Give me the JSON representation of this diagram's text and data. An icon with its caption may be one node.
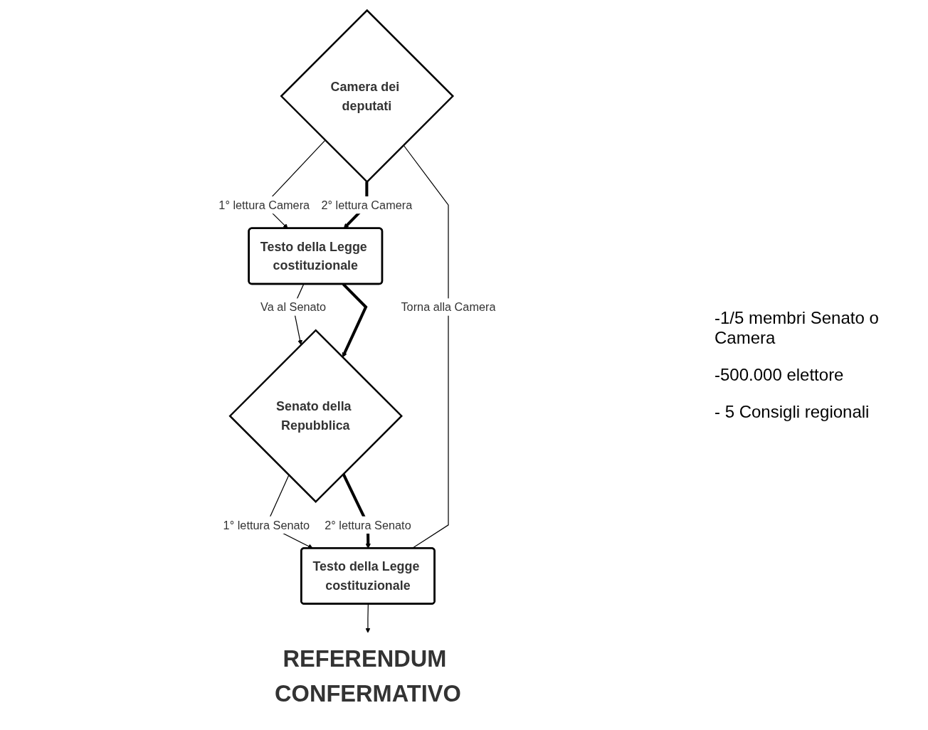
{
  "diagram": {
    "nodes": [
      {
        "text": [
          "Camera dei deputati"
        ]
      },
      {
        "text": [
          "Senato della Repubblica"
        ]
      },
      {
        "text": [
          "Testo della Legge costituzionale"
        ]
      },
      {
        "text": [
          "Testo della Legge costituzionale"
        ]
      },
      {
        "text": [
          "REFERENDUM CONFERMATIVO"
        ]
      }
    ],
    "edges": [
      {
        "from": 0,
        "to": 2,
        "arrow": "to",
        "label": "1° lettura Camera"
      },
      {
        "from": 0,
        "to": 2,
        "arrow": "to",
        "label": "2° lettura Camera",
        "style": "thick"
      },
      {
        "from": 2,
        "to": 1,
        "arrow": "to",
        "label": "Va al Senato"
      },
      {
        "from": 2,
        "to": 1,
        "arrow": "to",
        "style": "thick"
      },
      {
        "from": 1,
        "to": 3,
        "arrow": "to",
        "label": "1° lettura Senato"
      },
      {
        "from": 1,
        "to": 3,
        "arrow": "to",
        "label": "2° lettura Senato",
        "style": "thick"
      },
      {
        "from": 3,
        "to": 0,
        "arrow": "none",
        "label": "Torna alla Camera"
      },
      {
        "from": 3,
        "to": 4,
        "arrow": "to"
      }
    ],
    "labels": [
      "-1/5 membri Senato o Camera",
      "-500.000 elettore",
      "- 5 Consigli regionali"
    ]
  }
}
